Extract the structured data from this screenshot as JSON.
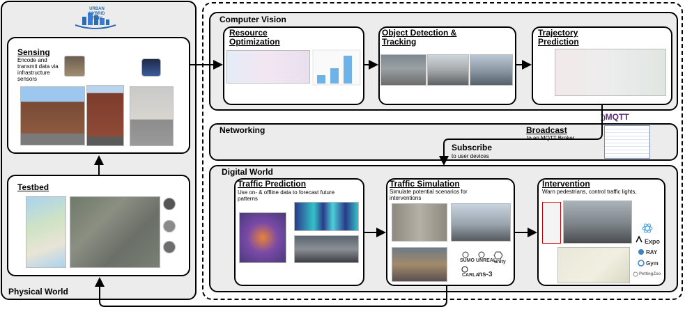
{
  "logo": {
    "text": "URBAN HYBRID TWIN"
  },
  "physical_world": {
    "label": "Physical World",
    "sensing": {
      "title": "Sensing",
      "desc": "Encode and transmit data via infrastructure sensors"
    },
    "testbed": {
      "title": "Testbed"
    }
  },
  "computer_vision": {
    "label": "Computer Vision",
    "resource_optimization": {
      "title": "Resource Optimization"
    },
    "object_detection": {
      "title": "Object Detection & Tracking"
    },
    "trajectory_prediction": {
      "title": "Trajectory Prediction"
    }
  },
  "networking": {
    "label": "Networking",
    "mqtt_logo": "MQTT",
    "broadcast": {
      "title": "Broadcast",
      "desc": "to an MQTT Broker"
    },
    "subscribe": {
      "title": "Subscribe",
      "desc": "to user devices"
    }
  },
  "digital_world": {
    "label": "Digital World",
    "traffic_prediction": {
      "title": "Traffic Prediction",
      "desc": "Use on- & offline data to  forecast future patterns"
    },
    "traffic_simulation": {
      "title": "Traffic Simulation",
      "desc": "Simulate potential scenarios for interventions",
      "tools": [
        "SUMO",
        "UNREAL",
        "unity",
        "CARLA",
        "ns-3"
      ]
    },
    "intervention": {
      "title": "Intervention",
      "desc": "Warn pedestrians, control traffic lights,",
      "tools": [
        "Expo",
        "RAY",
        "Gym",
        "PettingZoo"
      ]
    }
  },
  "colors": {
    "border": "#000000",
    "panel_gray": "#ececec",
    "mqtt": "#5b2d7a",
    "logo_blue": "#2b6cb0"
  }
}
